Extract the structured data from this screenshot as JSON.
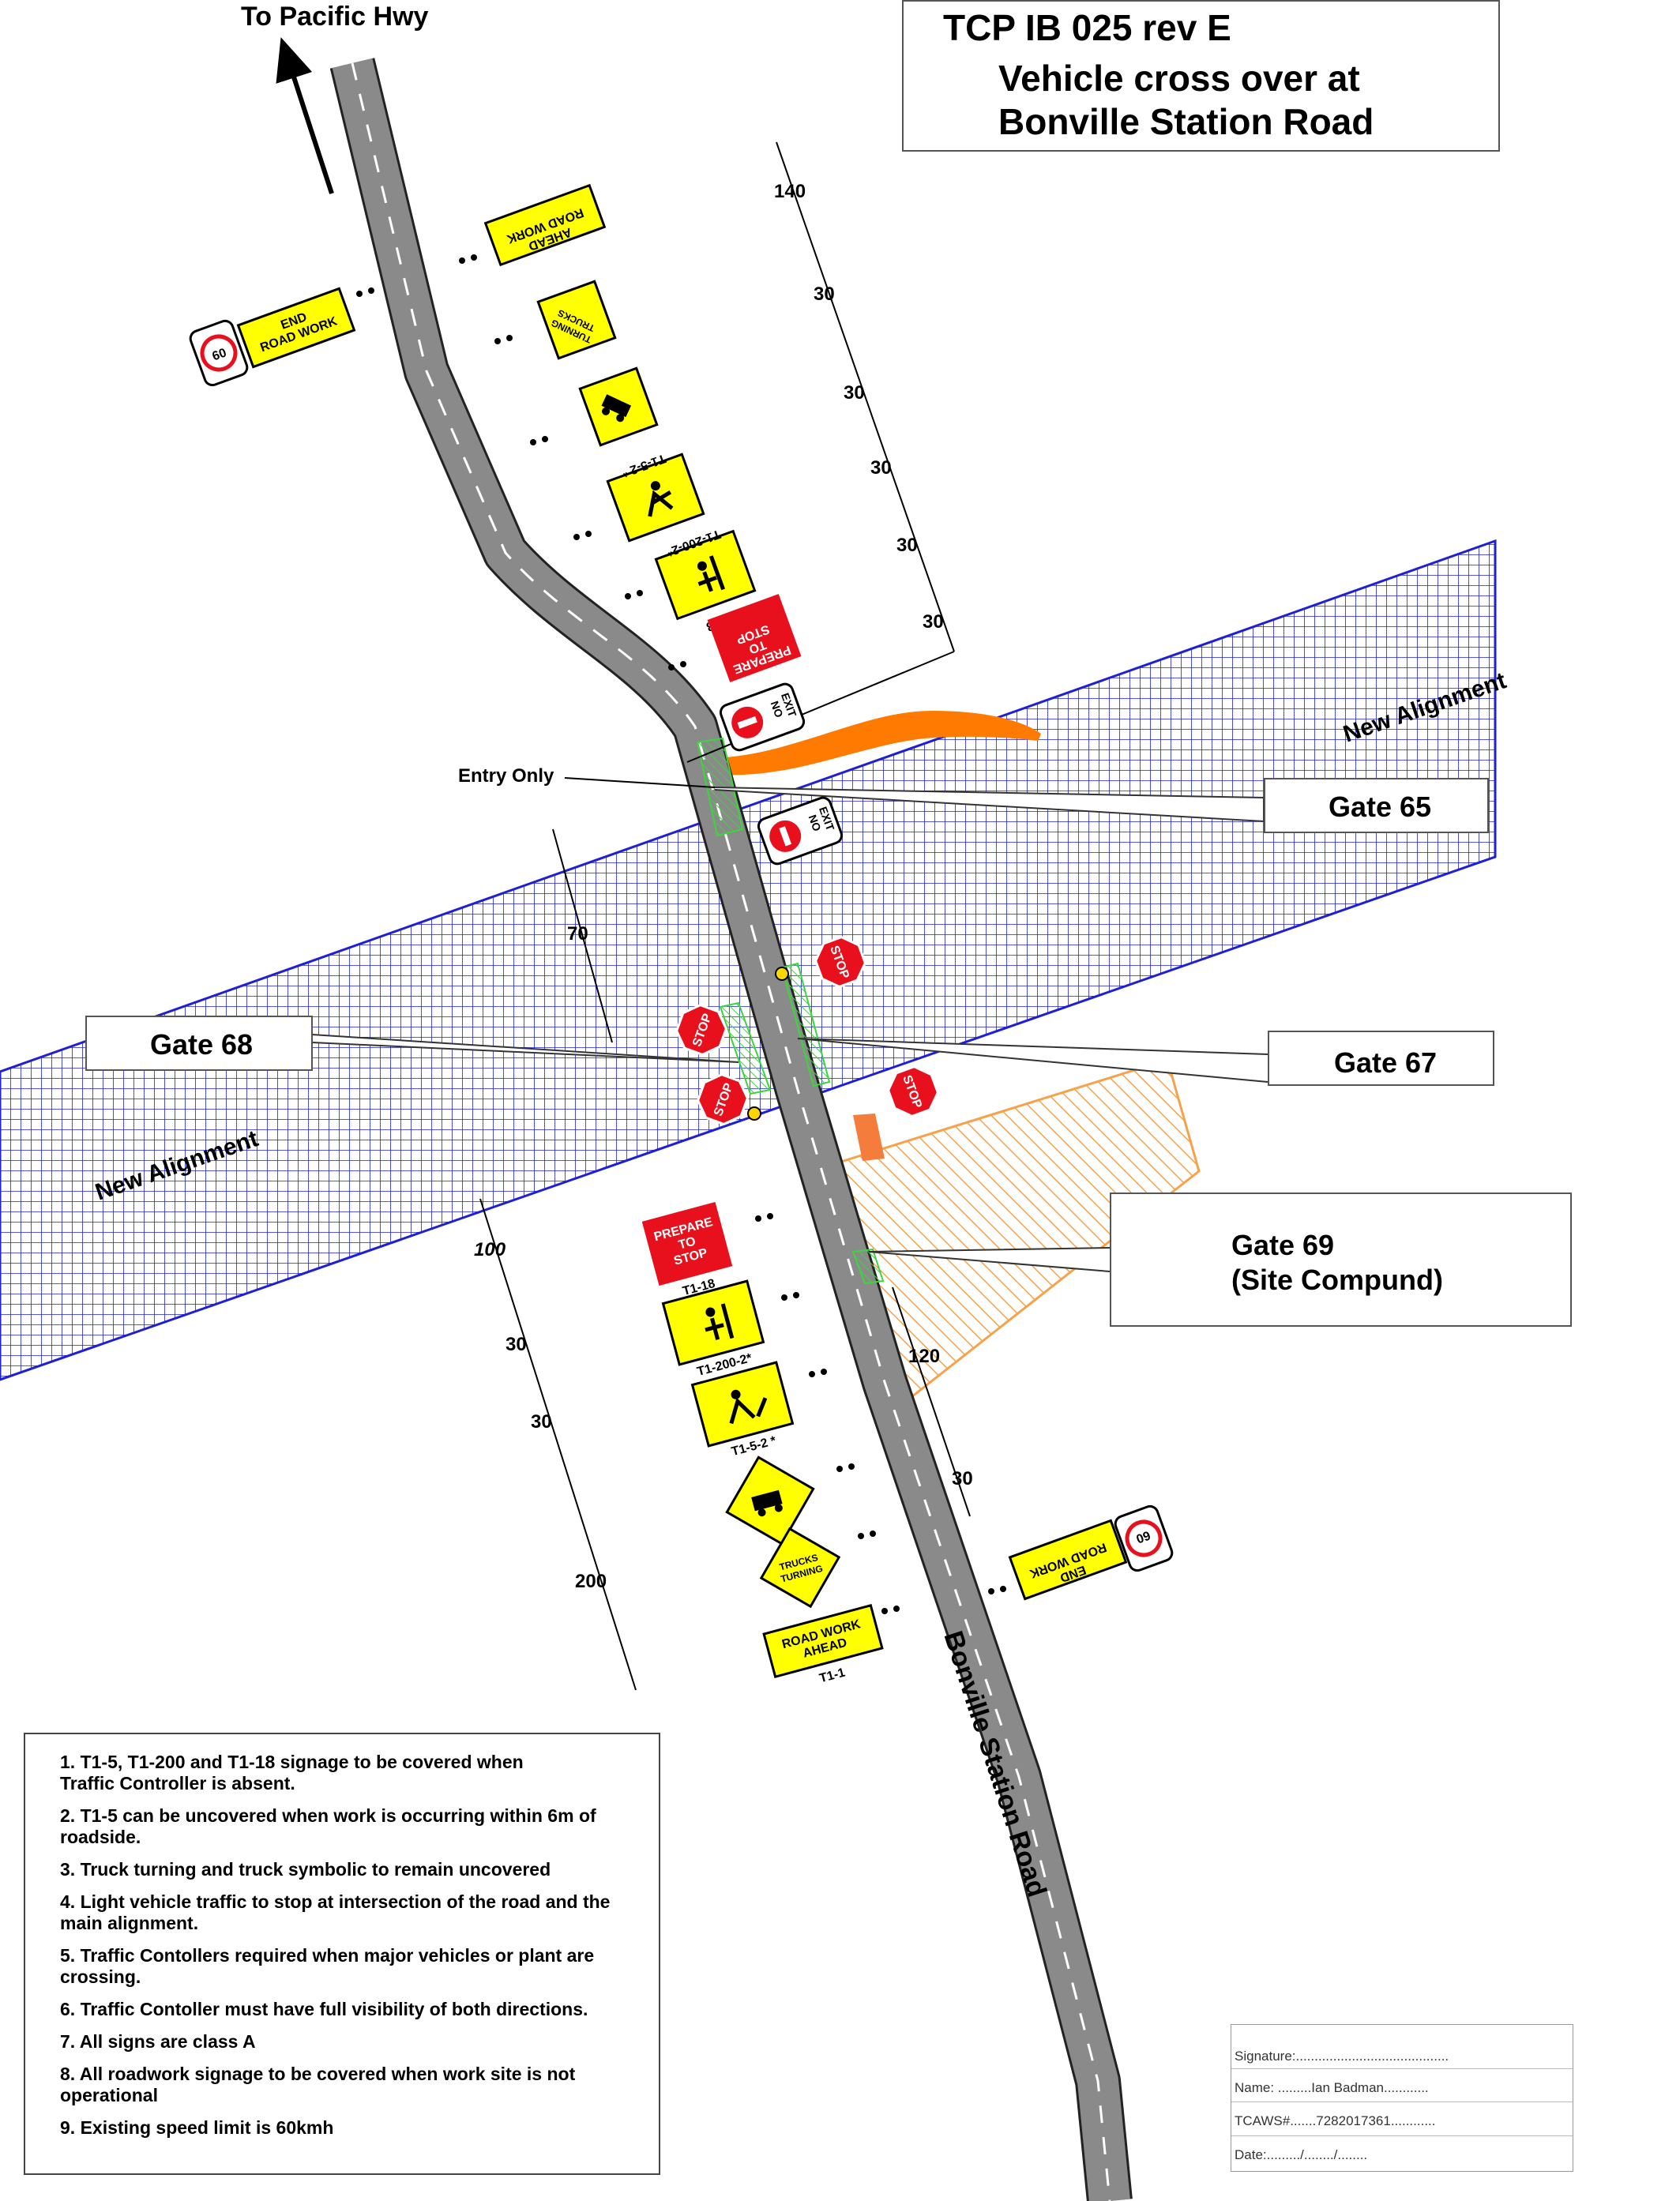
{
  "title": {
    "code": "TCP IB 025 rev E",
    "line1": "Vehicle cross over at",
    "line2": "Bonville Station Road"
  },
  "direction_label": "To Pacific Hwy",
  "road_name": "Bonville Station Road",
  "alignment_labels": [
    "New Alignment",
    "New Alignment"
  ],
  "entry_only_label": "Entry Only",
  "gates": {
    "gate65": "Gate 65",
    "gate68": "Gate 68",
    "gate67": "Gate 67",
    "gate69_line1": "Gate 69",
    "gate69_line2": "(Site Compund)"
  },
  "signs": {
    "end_road_work": [
      "END",
      "ROAD WORK"
    ],
    "speed": "60",
    "road_work_ahead": [
      "ROAD WORK",
      "AHEAD"
    ],
    "trucks_turning": [
      "TRUCKS",
      "TURNING"
    ],
    "prepare_to_stop": [
      "PREPARE",
      "TO",
      "STOP"
    ],
    "no_exit": [
      "NO",
      "EXIT"
    ],
    "stop": "STOP",
    "codes": {
      "t1_1": "T1-1",
      "t1_18": "T1-18",
      "t1_200": "T1-200-2*",
      "t1_5": "T1-5-2 *"
    }
  },
  "distances": {
    "north": [
      "140",
      "30",
      "30",
      "30",
      "30",
      "30"
    ],
    "gap_70": "70",
    "south_left": [
      "100",
      "30",
      "30",
      "200"
    ],
    "south_right": [
      "120",
      "30"
    ]
  },
  "notes": [
    "1. T1-5, T1-200 and T1-18 signage to be covered when Traffic Controller is absent.",
    "2. T1-5 can be uncovered when work is occurring within 6m of roadside.",
    "3. Truck turning and truck symbolic to remain uncovered",
    "4. Light vehicle traffic to stop at intersection of the road and the main alignment.",
    "5. Traffic Contollers required when major vehicles or plant are crossing.",
    "6. Traffic Contoller must have full visibility of both directions.",
    "7. All signs are class A",
    "8. All roadwork signage to be covered when work site is not operational",
    "9. Existing speed limit is 60kmh"
  ],
  "signature_block": {
    "signature": "Signature:.........................................",
    "name": "Name: .........Ian Badman............",
    "tcaws": "TCAWS#.......7282017361............",
    "date": "Date:........./......../........"
  },
  "colors": {
    "alignment_grid": "#1f1fd6",
    "road": "#8a8a8a",
    "sign_yellow": "#ffff00",
    "prepare_red": "#e8101c",
    "orange_track": "#ff7a00",
    "compound_hatch": "#f7a24a",
    "gate_green": "#3fd33f"
  }
}
